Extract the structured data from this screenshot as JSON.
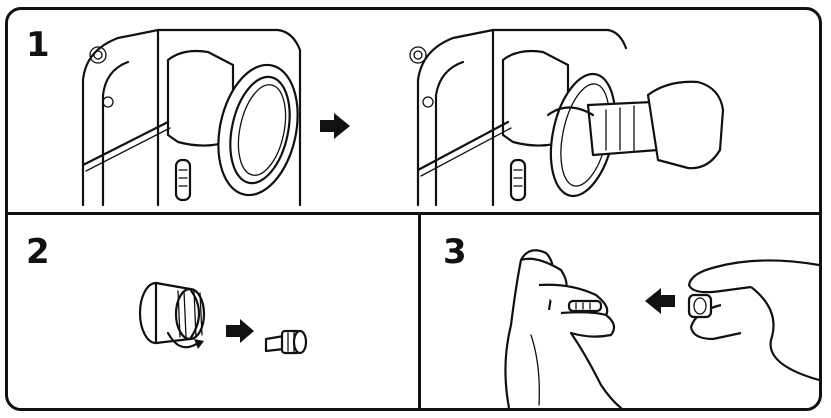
{
  "panels": [
    {
      "step": "1"
    },
    {
      "step": "2"
    },
    {
      "step": "3"
    }
  ],
  "colors": {
    "line": "#111111",
    "background": "#ffffff"
  },
  "icons": [
    "arrow-right-icon",
    "arrow-right-icon",
    "arrow-left-icon"
  ]
}
